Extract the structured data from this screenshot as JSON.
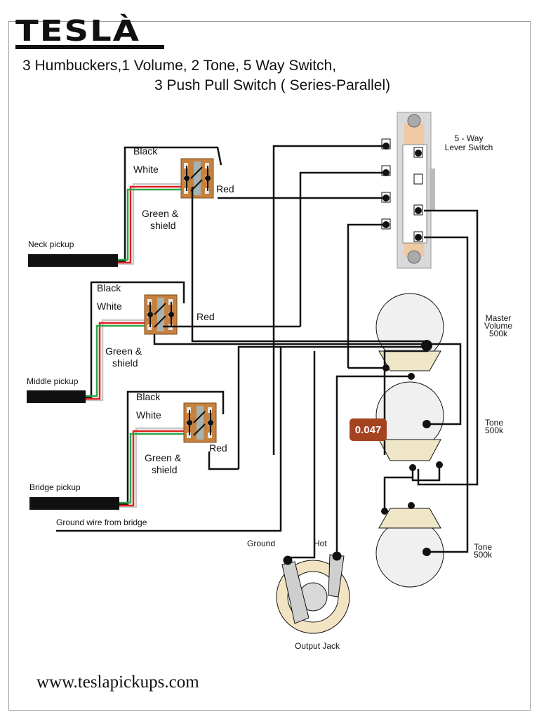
{
  "brand": "TESLÀ",
  "title_line1": "3 Humbuckers,1 Volume, 2 Tone, 5 Way Switch,",
  "title_line2": "3 Push Pull Switch ( Series-Parallel)",
  "pickups": [
    {
      "name": "Neck pickup",
      "black": "Black",
      "white": "White",
      "red": "Red",
      "green1": "Green &",
      "green2": "shield"
    },
    {
      "name": "Middle pickup",
      "black": "Black",
      "white": "White",
      "red": "Red",
      "green1": "Green &",
      "green2": "shield"
    },
    {
      "name": "Bridge pickup",
      "black": "Black",
      "white": "White",
      "red": "Red",
      "green1": "Green &",
      "green2": "shield"
    }
  ],
  "ground_wire": "Ground wire from bridge",
  "lever_switch": {
    "line1": "5 - Way",
    "line2": "Lever Switch"
  },
  "pots": [
    {
      "line1": "Master",
      "line2": "Volume",
      "line3": "500k"
    },
    {
      "line1": "Tone",
      "line2": "500k"
    },
    {
      "line1": "Tone",
      "line2": "500k"
    }
  ],
  "capacitor": "0.047",
  "jack": {
    "ground": "Ground",
    "hot": "Hot",
    "name": "Output Jack"
  },
  "website": "www.teslapickups.com",
  "colors": {
    "wire_black": "#111111",
    "wire_red": "#e02020",
    "wire_green": "#2aa84a",
    "wire_white": "#c8c8c8",
    "capacitor": "#a4431f",
    "switch_body": "#c7813f"
  }
}
